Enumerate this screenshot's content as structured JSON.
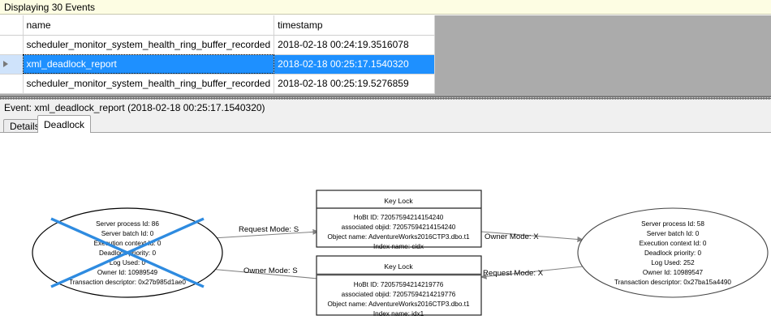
{
  "banner": {
    "text": "Displaying 30 Events"
  },
  "grid": {
    "columns": [
      "name",
      "timestamp"
    ],
    "rows": [
      {
        "name": "scheduler_monitor_system_health_ring_buffer_recorded",
        "timestamp": "2018-02-18 00:24:19.3516078",
        "selected": false,
        "indicator": ""
      },
      {
        "name": "xml_deadlock_report",
        "timestamp": "2018-02-18 00:25:17.1540320",
        "selected": true,
        "indicator": "row-selector-arrow-icon"
      },
      {
        "name": "scheduler_monitor_system_health_ring_buffer_recorded",
        "timestamp": "2018-02-18 00:25:19.5276859",
        "selected": false,
        "indicator": ""
      }
    ]
  },
  "event_header": {
    "text": "Event: xml_deadlock_report (2018-02-18 00:25:17.1540320)"
  },
  "tabs": [
    {
      "label": "Details",
      "active": false
    },
    {
      "label": "Deadlock",
      "active": true
    }
  ],
  "colors": {
    "banner_bg": "#fdfde3",
    "selection_blue": "#1e90ff",
    "victim_cross": "#2e8be0",
    "grid_empty_gray": "#ababab",
    "edge_gray": "#808080"
  },
  "deadlock_graph": {
    "victim_process": {
      "shape": "ellipse",
      "is_victim": true,
      "lines": [
        "Server process Id: 86",
        "Server batch Id: 0",
        "Execution context Id: 0",
        "Deadlock priority: 0",
        "Log Used: 0",
        "Owner Id: 10989549",
        "Transaction descriptor: 0x27b985d1ae0"
      ]
    },
    "survivor_process": {
      "shape": "ellipse",
      "is_victim": false,
      "lines": [
        "Server process Id: 58",
        "Server batch Id: 0",
        "Execution context Id: 0",
        "Deadlock priority: 0",
        "Log Used: 252",
        "Owner Id: 10989547",
        "Transaction descriptor: 0x27ba15a4490"
      ]
    },
    "resource_top": {
      "title": "Key Lock",
      "lines": [
        "HoBt ID: 72057594214154240",
        "associated objid: 72057594214154240",
        "Object name: AdventureWorks2016CTP3.dbo.t1",
        "Index name: cidx"
      ]
    },
    "resource_bottom": {
      "title": "Key Lock",
      "lines": [
        "HoBt ID: 72057594214219776",
        "associated objid: 72057594214219776",
        "Object name: AdventureWorks2016CTP3.dbo.t1",
        "Index name: idx1"
      ]
    },
    "edges": [
      {
        "label": "Request Mode: S",
        "from": "victim_process",
        "to": "resource_top",
        "direction": "right"
      },
      {
        "label": "Owner Mode: X",
        "from": "resource_top",
        "to": "survivor_process",
        "direction": "right"
      },
      {
        "label": "Owner Mode: S",
        "from": "resource_bottom",
        "to": "victim_process",
        "direction": "left"
      },
      {
        "label": "Request Mode: X",
        "from": "survivor_process",
        "to": "resource_bottom",
        "direction": "left"
      }
    ]
  }
}
